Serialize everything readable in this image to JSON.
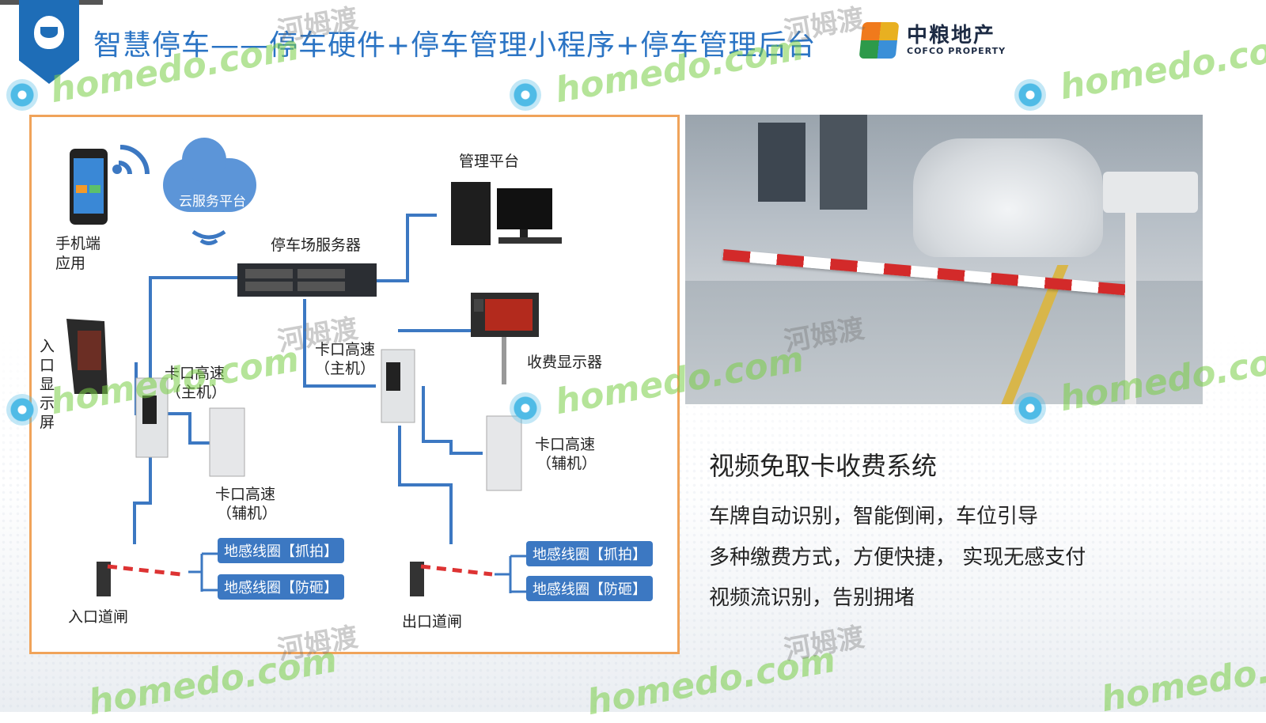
{
  "header": {
    "title": "智慧停车——停车硬件+停车管理小程序+停车管理后台"
  },
  "logo": {
    "cn": "中粮地产",
    "en": "COFCO PROPERTY"
  },
  "diagram": {
    "mobile_app": "手机端\n应用",
    "mobile_app_line1": "手机端",
    "mobile_app_line2": "应用",
    "cloud": "云服务平台",
    "management_platform": "管理平台",
    "parking_server": "停车场服务器",
    "entrance_display_screen": "入口显示屏",
    "checkpoint_main_left_line1": "卡口高速",
    "checkpoint_main_left_line2": "（主机）",
    "checkpoint_aux_left_line1": "卡口高速",
    "checkpoint_aux_left_line2": "（辅机）",
    "checkpoint_main_right_line1": "卡口高速",
    "checkpoint_main_right_line2": "（主机）",
    "checkpoint_aux_right_line1": "卡口高速",
    "checkpoint_aux_right_line2": "（辅机）",
    "fee_display": "收费显示器",
    "loop_capture": "地感线圈【抓拍】",
    "loop_anti_smash": "地感线圈【防砸】",
    "entrance_gate": "入口道闸",
    "exit_gate": "出口道闸"
  },
  "features": {
    "title": "视频免取卡收费系统",
    "lines": [
      "车牌自动识别，智能倒闸，车位引导",
      "多种缴费方式，方便快捷，  实现无感支付",
      "视频流识别，告别拥堵"
    ]
  },
  "watermark": {
    "latin": "homedo.com",
    "latin_short": "homedo.co",
    "cn": "河姆渡"
  },
  "colors": {
    "title_blue": "#2b74c4",
    "frame_orange": "#f0a35a",
    "line_blue": "#3c78c2",
    "watermark_green": "#78cd46"
  }
}
